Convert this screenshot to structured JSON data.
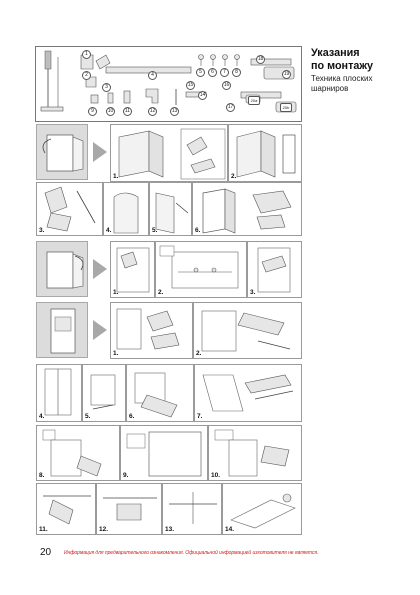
{
  "header": {
    "title_line1": "Указания",
    "title_line2": "по монтажу",
    "subtitle_line1": "Техника плоских",
    "subtitle_line2": "шарниров"
  },
  "parts_badges": [
    "1",
    "2",
    "3",
    "4",
    "5",
    "6",
    "7",
    "8",
    "9",
    "10",
    "11",
    "12",
    "13",
    "14",
    "15",
    "16",
    "17",
    "18",
    "19",
    "20a",
    "20b"
  ],
  "step_labels": {
    "row1": [
      "1.",
      "2."
    ],
    "row2": [
      "3.",
      "4.",
      "5.",
      "6."
    ],
    "row3": [
      "1.",
      "2.",
      "3."
    ],
    "row4": [
      "1.",
      "2."
    ],
    "row5": [
      "4.",
      "5.",
      "6.",
      "7."
    ],
    "row6": [
      "8.",
      "9.",
      "10."
    ],
    "row7": [
      "11.",
      "12.",
      "13.",
      "14."
    ]
  },
  "page_number": "20",
  "footer_note": "Информация для предварительного ознакомления. Официальной информацией изготовителя не является."
}
